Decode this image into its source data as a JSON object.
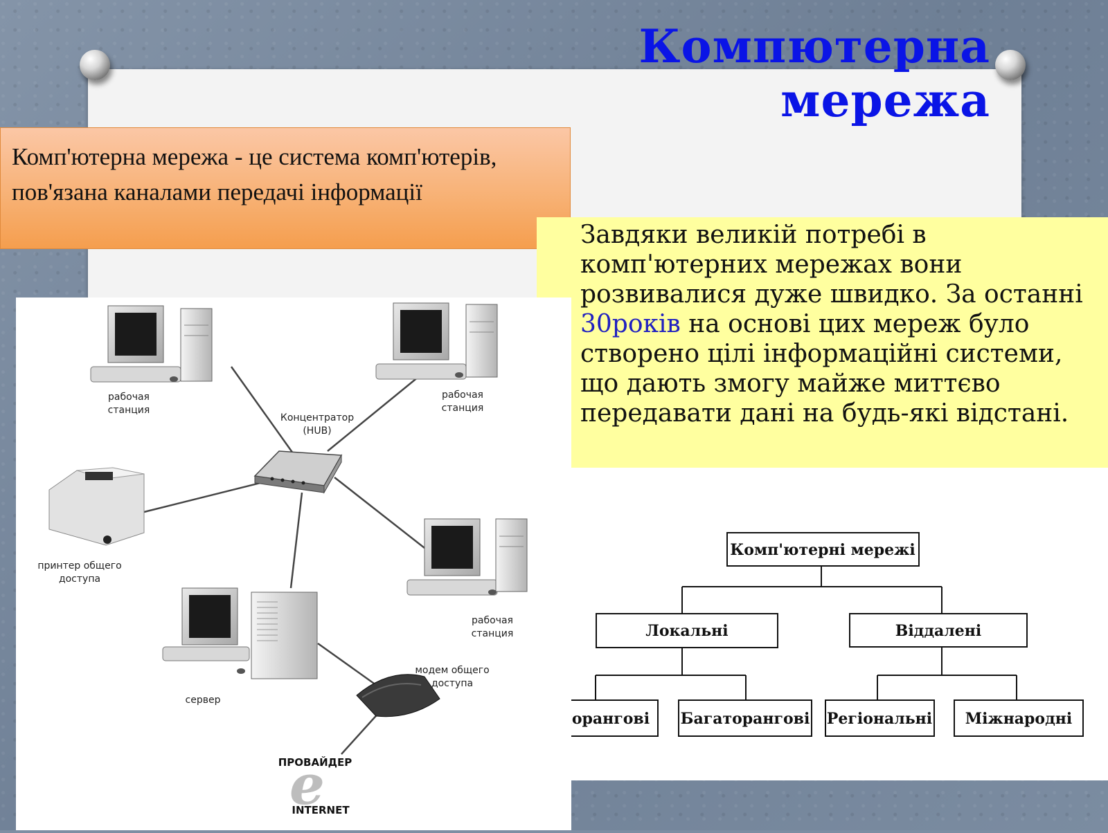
{
  "slide": {
    "title": "Компютерна мережа",
    "definition": "Комп'ютерна мережа - це система комп'ютерів, пов'язана каналами передачі інформації",
    "description": {
      "before": "Завдяки великій потребі в комп'ютерних мережах вони розвивалися дуже швидко. За останні ",
      "highlight": "30років",
      "after": " на основі цих мереж було створено цілі інформаційні системи, що дають змогу майже миттєво передавати дані на будь-які відстані."
    }
  },
  "network_diagram": {
    "hub_label_1": "Концентратор",
    "hub_label_2": "(HUB)",
    "workstation_1": "рабочая",
    "workstation_2": "станция",
    "printer_1": "принтер общего",
    "printer_2": "доступа",
    "server": "сервер",
    "modem_1": "модем общего",
    "modem_2": "доступа",
    "provider": "ПРОВАЙДЕР",
    "internet": "INTERNET"
  },
  "tree": {
    "root": "Комп'ютерні мережі",
    "local": "Локальні",
    "remote": "Віддалені",
    "single_rank": "Однорангові",
    "multi_rank": "Багаторангові",
    "regional": "Регіональні",
    "international": "Міжнародні"
  }
}
